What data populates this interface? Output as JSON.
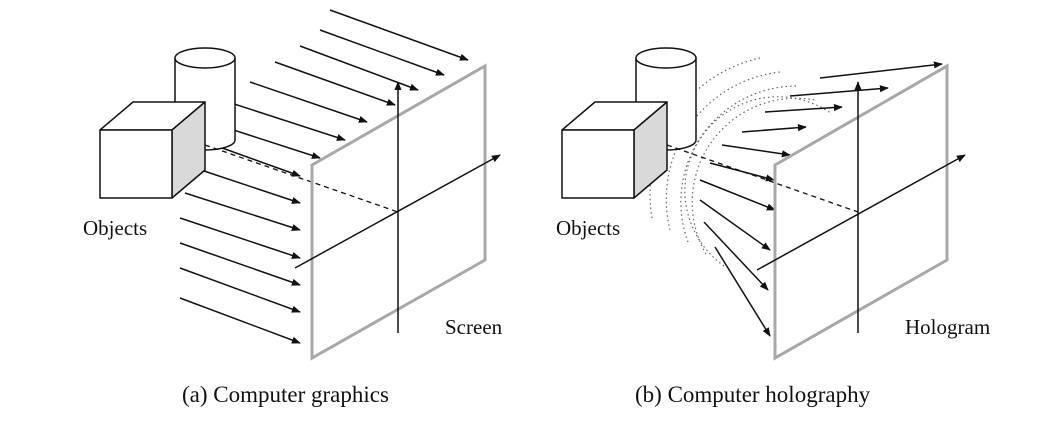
{
  "panel_a": {
    "objects_label": "Objects",
    "screen_label": "Screen",
    "caption": "(a) Computer graphics"
  },
  "panel_b": {
    "objects_label": "Objects",
    "hologram_label": "Hologram",
    "caption": "(b) Computer holography"
  },
  "colors": {
    "ink": "#111111",
    "screen_frame": "#a8a8a8",
    "cube_side": "#d9d9d9",
    "wavefront": "#666666"
  },
  "icons": {
    "ray": "arrow",
    "cube": "cube-shape",
    "cylinder": "cylinder-shape"
  }
}
